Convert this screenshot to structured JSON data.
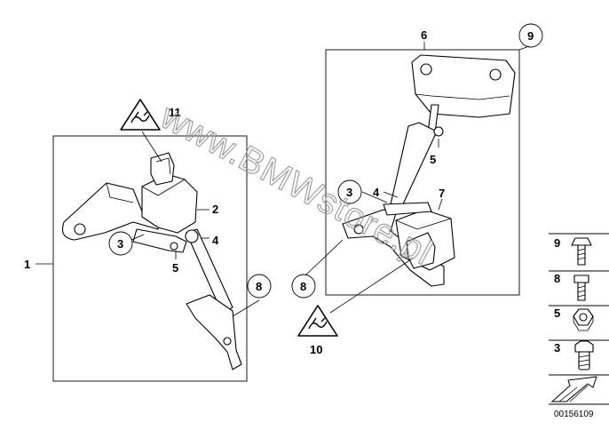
{
  "watermark": "www.BMWstore.pl",
  "diagram_code": "00156109",
  "labels": {
    "left_group": "1",
    "part_2": "2",
    "part_3_left": "3",
    "part_4_left": "4",
    "part_5_left": "5",
    "part_8_left": "8",
    "part_11": "11",
    "part_6": "6",
    "part_9": "9",
    "part_3_right": "3",
    "part_4_right": "4",
    "part_5_right": "5",
    "part_7": "7",
    "part_8_right": "8",
    "part_10": "10"
  },
  "legend": {
    "items": [
      {
        "number": "9",
        "name": "bolt-flange-icon"
      },
      {
        "number": "8",
        "name": "hex-bolt-icon"
      },
      {
        "number": "5",
        "name": "hex-nut-icon"
      },
      {
        "number": "3",
        "name": "hex-screw-icon"
      }
    ]
  },
  "icons": {
    "warning_11": "esd-warning-icon",
    "warning_10": "esd-warning-icon",
    "arrow": "direction-arrow-icon"
  }
}
